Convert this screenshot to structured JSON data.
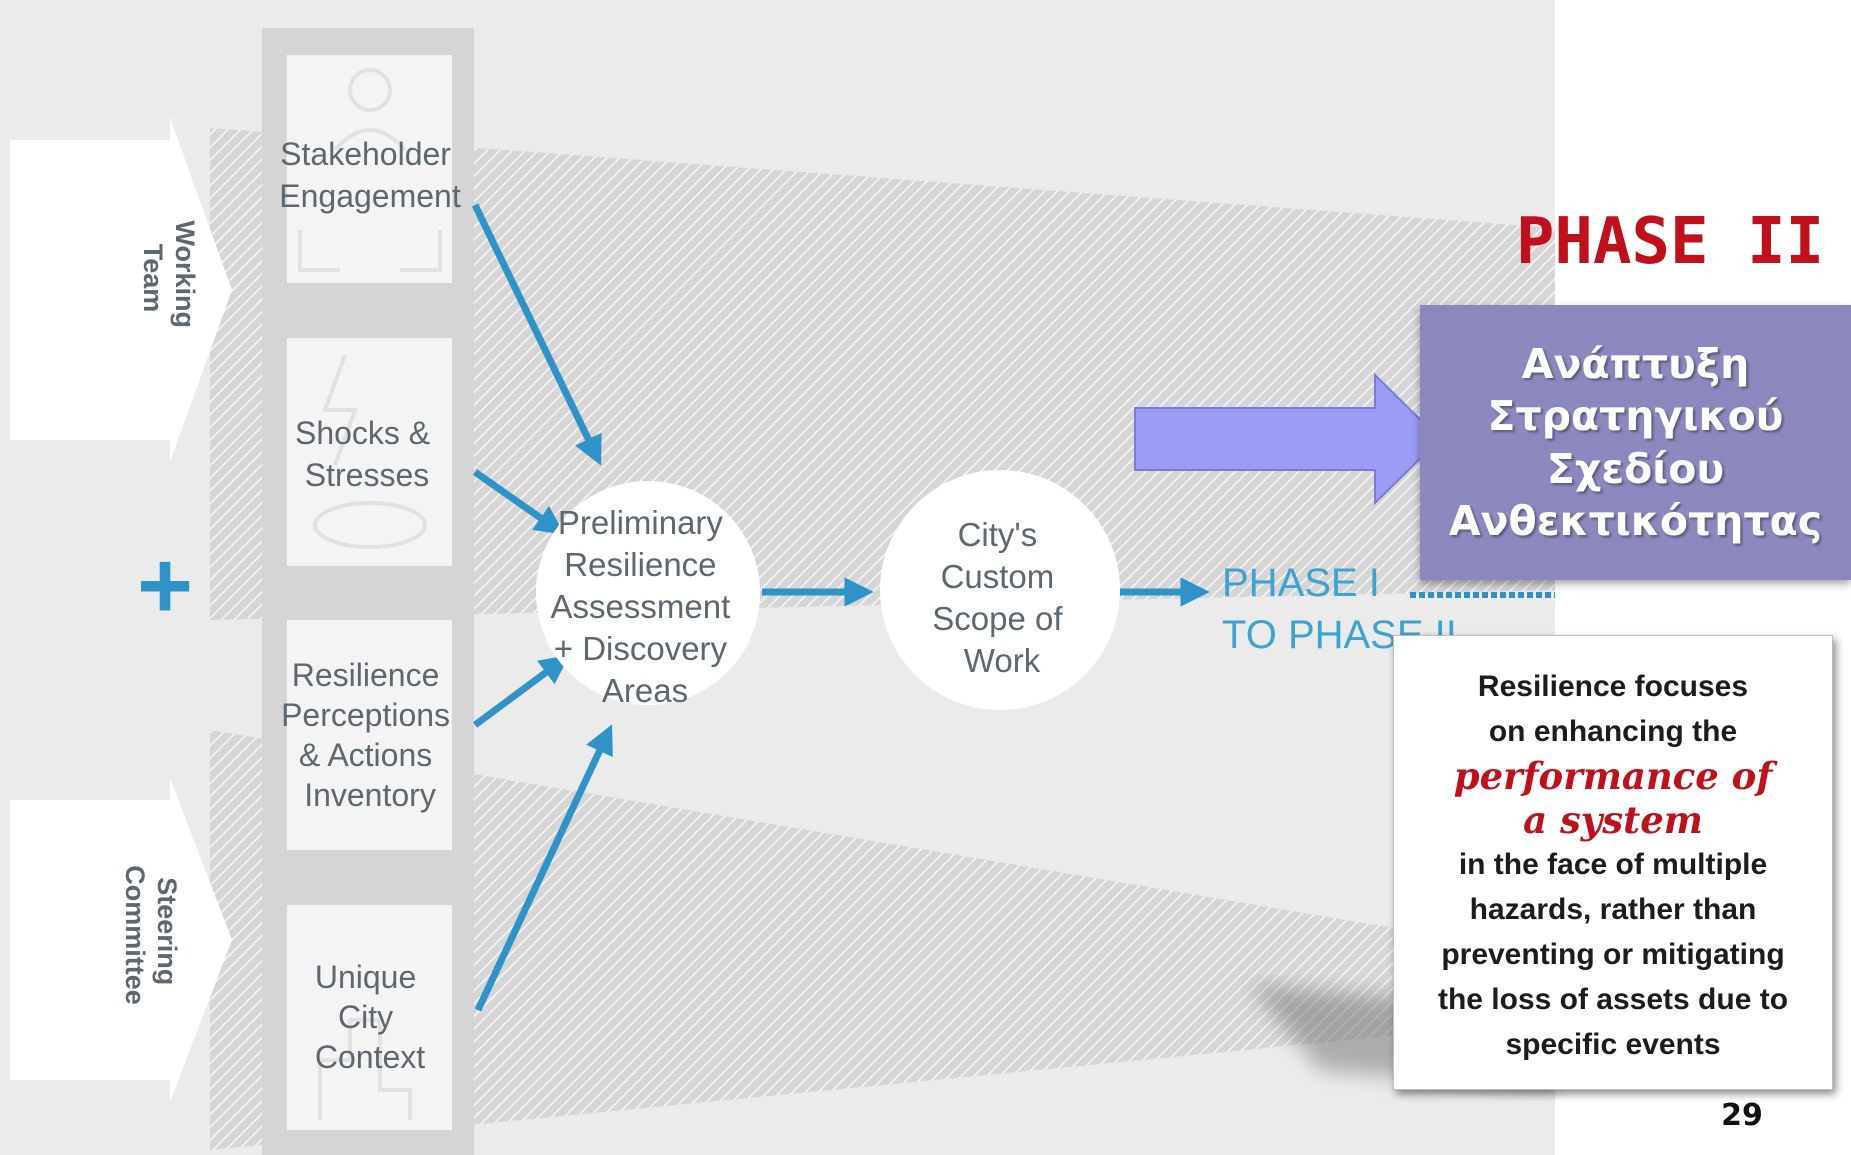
{
  "diagram": {
    "inputs": [
      {
        "id": "stakeholder",
        "lines": [
          "Stakeholder",
          "Engagement"
        ]
      },
      {
        "id": "shocks",
        "lines": [
          "Shocks &",
          "Stresses"
        ]
      },
      {
        "id": "perceptions",
        "lines": [
          "Resilience",
          "Perceptions",
          "& Actions",
          "Inventory"
        ]
      },
      {
        "id": "context",
        "lines": [
          "Unique",
          "City",
          "Context"
        ]
      }
    ],
    "side_labels": {
      "working_team": [
        "Working",
        "Team"
      ],
      "plus": "+",
      "steering_committee": [
        "Steering",
        "Committee"
      ]
    },
    "assessment_circle": [
      "Preliminary",
      "Resilience",
      "Assessment",
      "+ Discovery",
      "Areas"
    ],
    "scope_circle": [
      "City's",
      "Custom",
      "Scope of",
      "Work"
    ],
    "phase_link": [
      "PHASE I",
      "TO PHASE II"
    ]
  },
  "phase2": {
    "title": "PHASE II",
    "box_lines": [
      "Ανάπτυξη",
      "Στρατηγικού",
      "Σχεδίου",
      "Ανθεκτικότητας"
    ]
  },
  "note": {
    "lines_before": [
      "Resilience focuses",
      "on enhancing the"
    ],
    "highlight": [
      "performance of",
      "a system"
    ],
    "lines_after": [
      "in the face of multiple",
      "hazards, rather than",
      "preventing or mitigating",
      "the loss of assets due to",
      "specific events"
    ]
  },
  "page_number": "29",
  "colors": {
    "arrow_blue": "#2f93c7",
    "phase2_red": "#c0101c",
    "phase2_box": "#8a88bd",
    "pointer_arrow": "#9c9cf5",
    "text_gray": "#5d6770"
  }
}
